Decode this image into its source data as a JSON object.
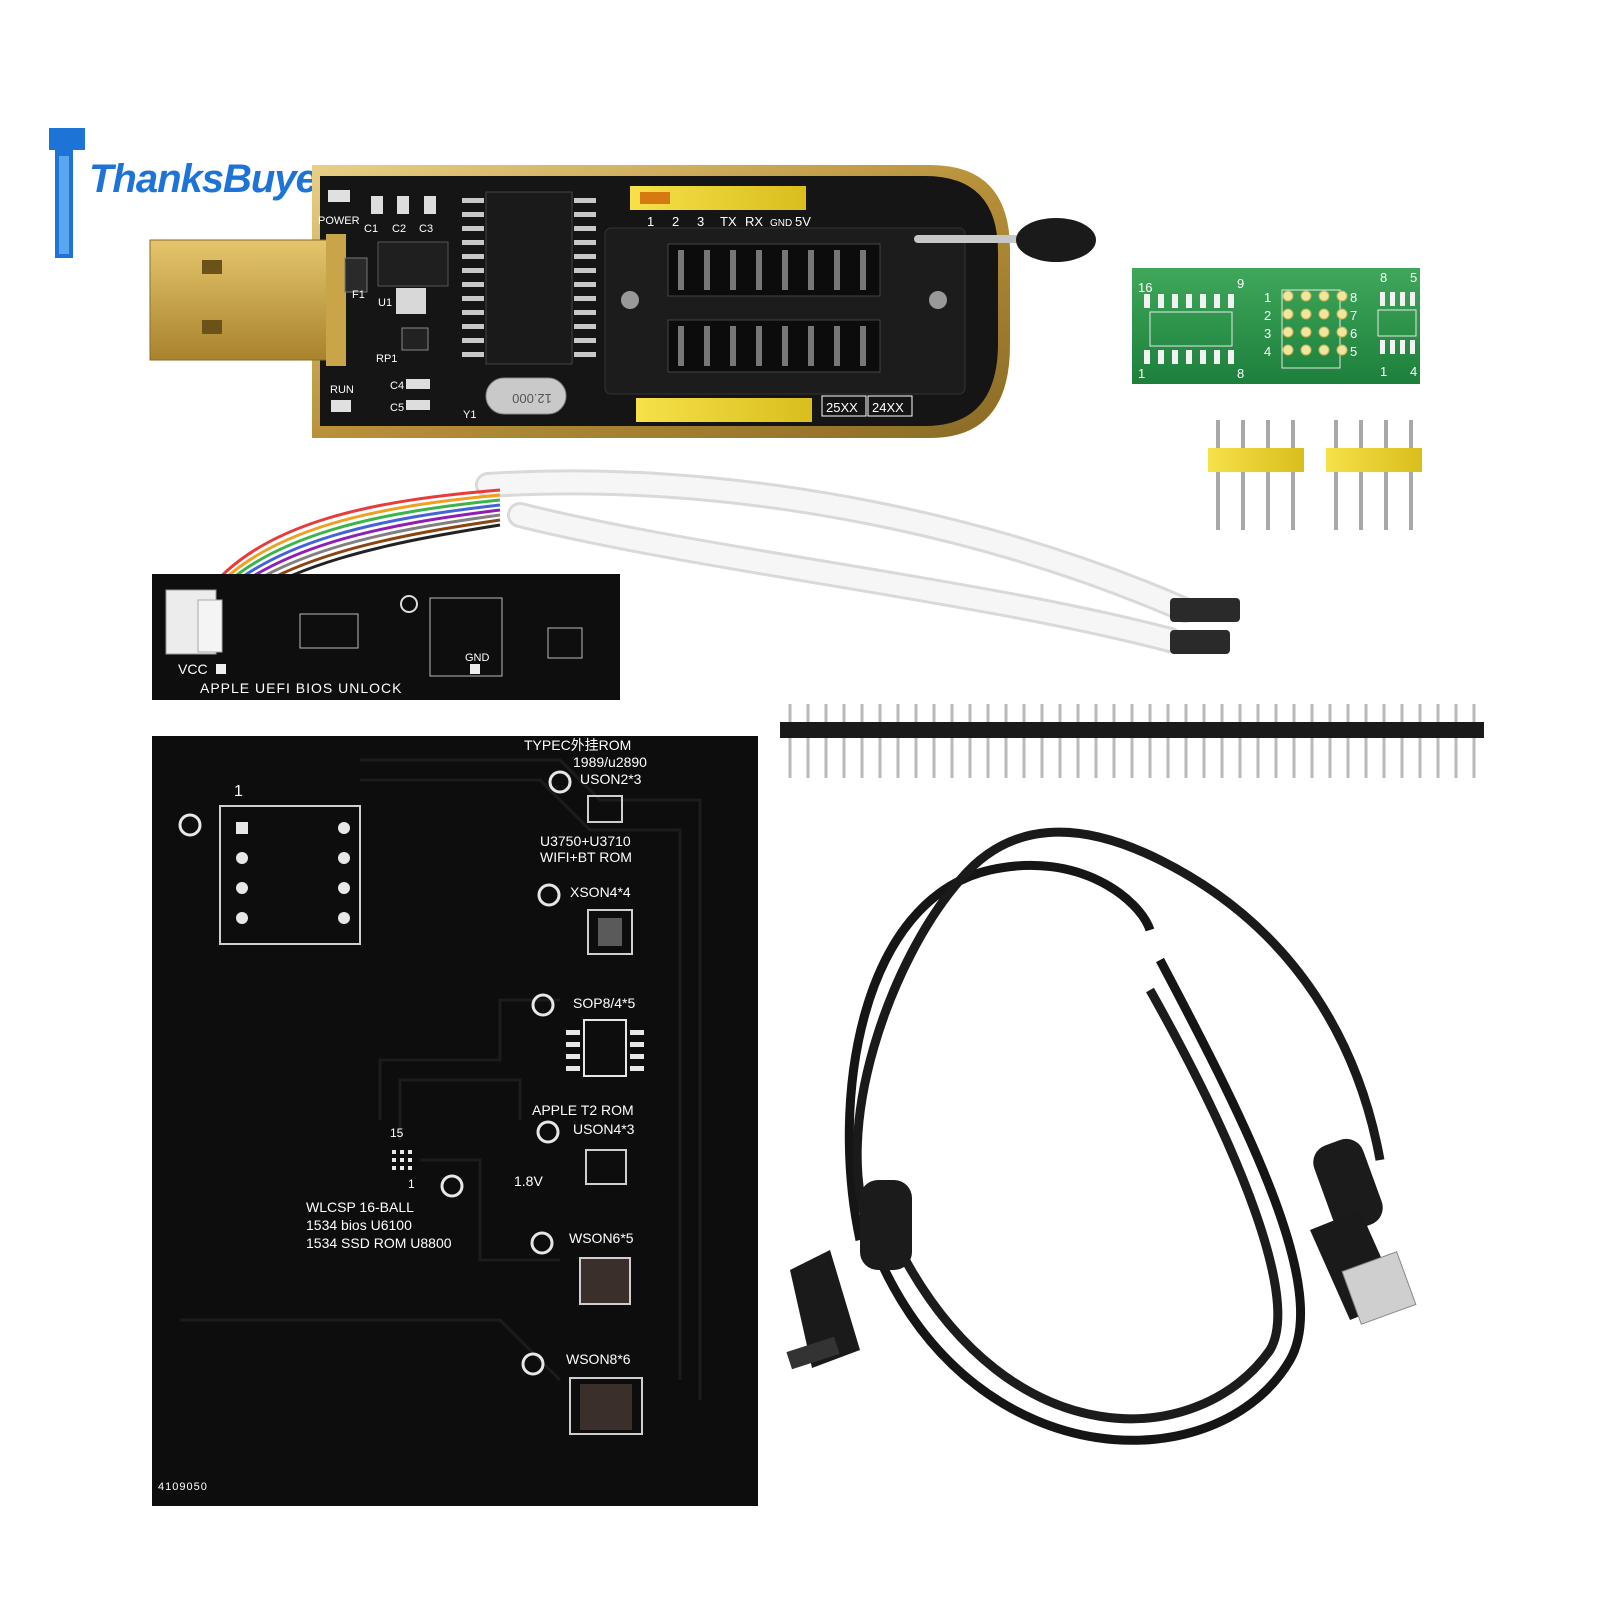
{
  "brand": {
    "logo_text": "ThanksBuyer",
    "accent": "#1e73d6"
  },
  "programmer": {
    "labels": {
      "power": "POWER",
      "c1": "C1",
      "c2": "C2",
      "c3": "C3",
      "u1": "U1",
      "f1": "F1",
      "rp1": "RP1",
      "run": "RUN",
      "c4": "C4",
      "c5": "C5",
      "y1": "Y1",
      "crystal": "12.000"
    },
    "header_pins": [
      "1",
      "2",
      "3",
      "TX",
      "RX",
      "GND",
      "5V"
    ],
    "socket_labels": [
      "25XX",
      "24XX"
    ]
  },
  "adapter": {
    "top_numbers": [
      "16",
      "9",
      "8",
      "5"
    ],
    "left_numbers": [
      "1",
      "2",
      "3",
      "4"
    ],
    "right_numbers": [
      "8",
      "7",
      "6",
      "5"
    ],
    "bottom_numbers": [
      "1",
      "8",
      "1",
      "4"
    ]
  },
  "uefi_board": {
    "vcc": "VCC",
    "gnd": "GND",
    "title": "APPLE UEFI BIOS UNLOCK"
  },
  "black_board": {
    "pin1": "1",
    "typec_title": "TYPEC外挂ROM",
    "typec_sub": "1989/u2890",
    "uson2": "USON2*3",
    "wifi_line1": "U3750+U3710",
    "wifi_line2": "WIFI+BT ROM",
    "xson": "XSON4*4",
    "sop": "SOP8/4*5",
    "t2": "APPLE T2 ROM",
    "uson4": "USON4*3",
    "v18": "1.8V",
    "wlcsp1": "WLCSP 16-BALL",
    "wlcsp2": "1534 bios  U6100",
    "wlcsp3": "1534 SSD ROM U8800",
    "wson6": "WSON6*5",
    "wson8": "WSON8*6",
    "serial": "4109050",
    "wlcsp_mark": "15",
    "wlcsp_mark2": "1"
  }
}
